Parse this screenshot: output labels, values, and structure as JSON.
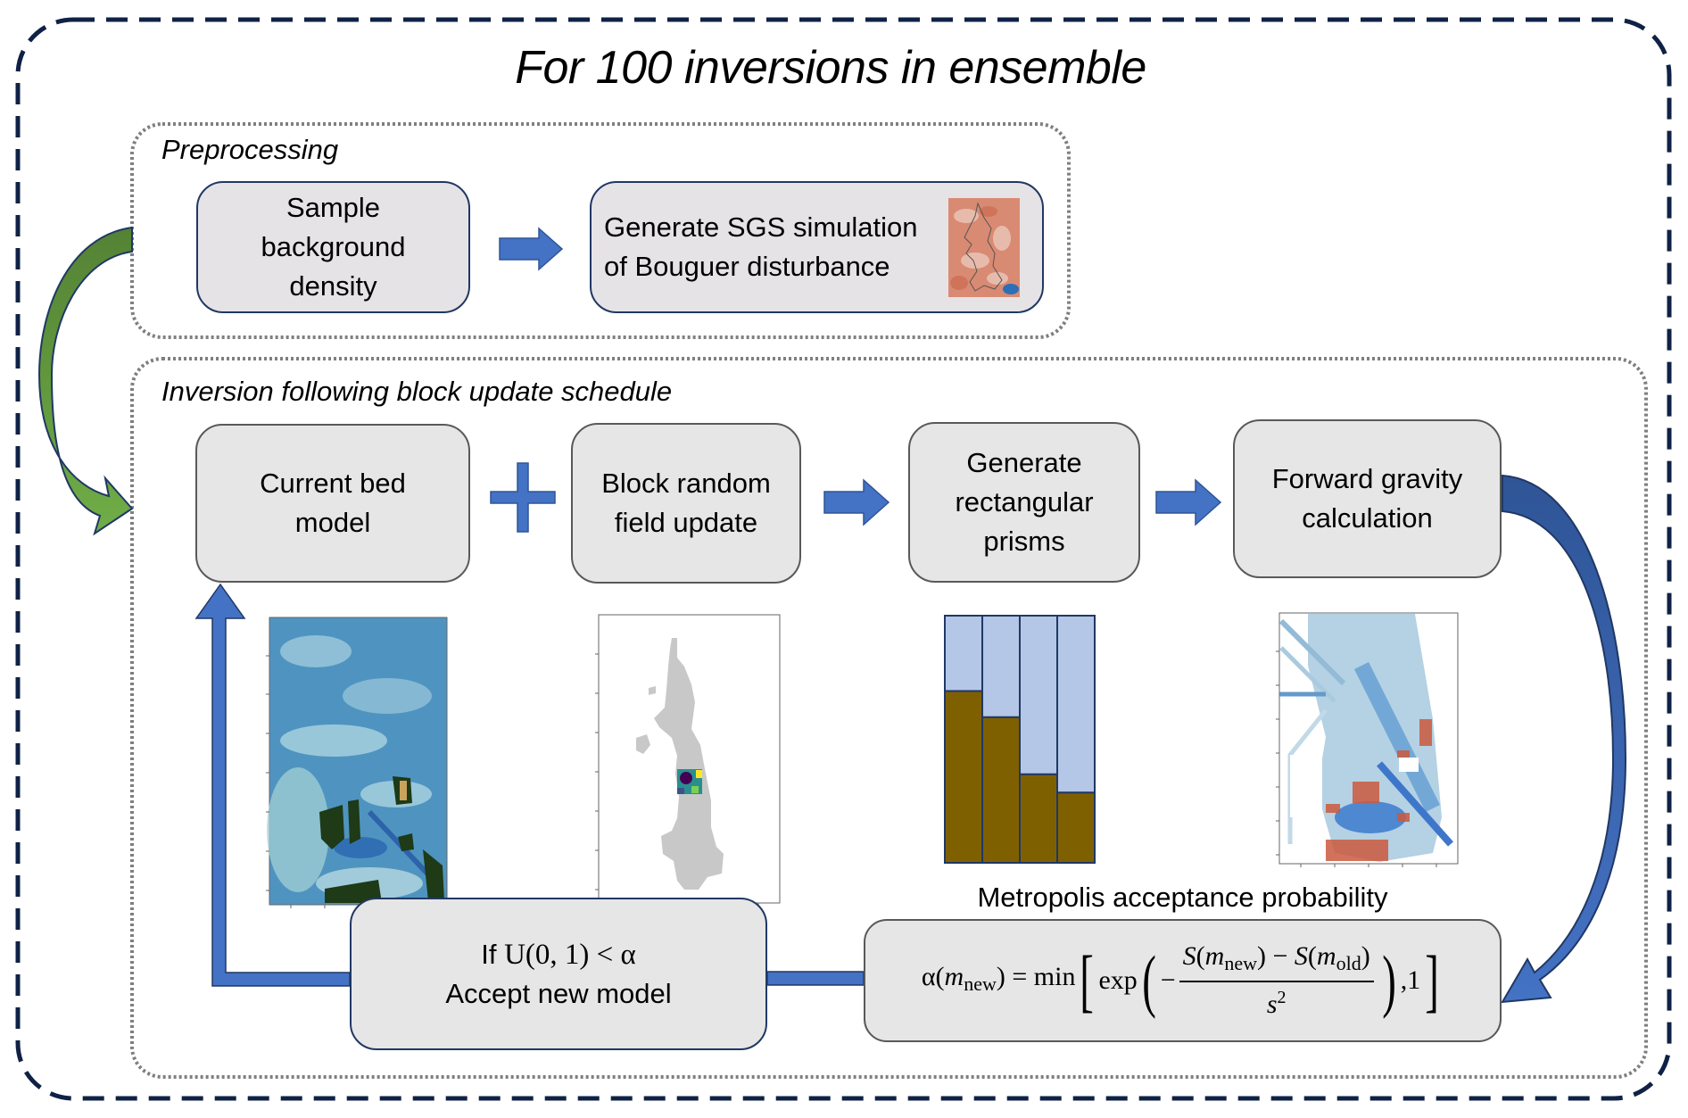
{
  "title": "For 100 inversions in ensemble",
  "preprocessing": {
    "label": "Preprocessing",
    "boxes": [
      {
        "id": "sample",
        "text": "Sample\nbackground\ndensity"
      },
      {
        "id": "sgs",
        "text": "Generate SGS simulation\nof Bouguer disturbance"
      }
    ],
    "thumbnail": "sgs-bouguer-disturbance-map"
  },
  "inversion": {
    "label": "Inversion following block update schedule",
    "boxes": [
      {
        "id": "current-bed",
        "text": "Current bed\nmodel"
      },
      {
        "id": "block-update",
        "text": "Block random\nfield update"
      },
      {
        "id": "prisms",
        "text": "Generate\nrectangular\nprisms"
      },
      {
        "id": "forward",
        "text": "Forward gravity\ncalculation"
      }
    ],
    "operators": [
      "plus",
      "arrow-right",
      "arrow-right"
    ],
    "images": [
      {
        "id": "bed-model-map",
        "description": "bed topography map (blue) with dark green outcrop patches"
      },
      {
        "id": "block-update-map",
        "description": "gray domain mask with small colored block update"
      },
      {
        "id": "prisms-chart",
        "description": "four rectangular prisms, brown bed below light-blue ice"
      },
      {
        "id": "gravity-map",
        "description": "forward gravity residual map, blue/red diverging"
      }
    ],
    "prisms": {
      "columns": 4,
      "bed_fraction": [
        0.695,
        0.589,
        0.358,
        0.284
      ],
      "bed_color": "#7F6000",
      "ice_color": "#B4C7E7"
    },
    "metropolis_label": "Metropolis acceptance probability",
    "formula": {
      "alpha": "α",
      "m": "m",
      "sub_new": "new",
      "sub_old": "old",
      "equals_min": "= min",
      "exp": "exp",
      "minus": "−",
      "S": "S",
      "s": "s",
      "sq": "2",
      "one": "1"
    },
    "accept": {
      "if": "If",
      "condition": "U(0, 1) <  α",
      "text": "Accept new model"
    }
  },
  "colors": {
    "outer_border": "#0F2145",
    "dotted_border": "#7F7F7F",
    "blue_arrow": "#4472C4",
    "blue_arrow_dark": "#2F5597",
    "green_arrow": "#70AD47",
    "green_arrow_dark": "#548235"
  }
}
